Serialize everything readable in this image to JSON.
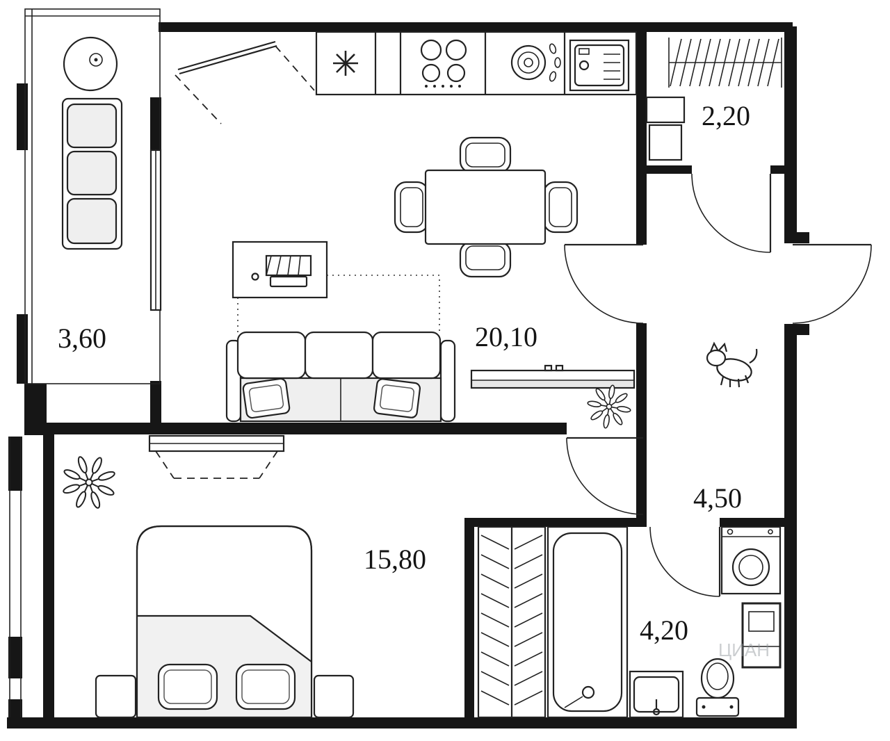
{
  "plan": {
    "type": "apartment-floor-plan",
    "rooms": [
      {
        "name": "balcony",
        "area_label": "3,60"
      },
      {
        "name": "wardrobe",
        "area_label": "2,20"
      },
      {
        "name": "living-kitchen",
        "area_label": "20,10"
      },
      {
        "name": "hallway",
        "area_label": "4,50"
      },
      {
        "name": "bedroom",
        "area_label": "15,80"
      },
      {
        "name": "bathroom",
        "area_label": "4,20"
      }
    ],
    "watermark": "ЦИАН",
    "colors": {
      "wall": "#161616",
      "line": "#222222",
      "soft_fill": "#efefef",
      "background": "#ffffff"
    }
  }
}
